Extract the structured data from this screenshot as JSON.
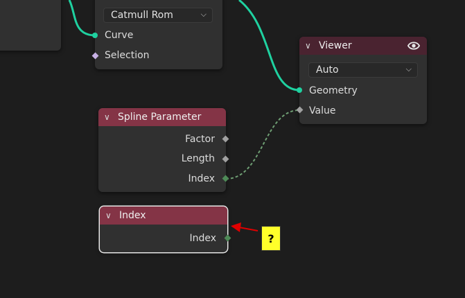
{
  "nodes": {
    "curve_node": {
      "dropdown_value": "Catmull Rom",
      "inputs": [
        "Curve",
        "Selection"
      ]
    },
    "viewer": {
      "title": "Viewer",
      "dropdown_value": "Auto",
      "inputs": [
        "Geometry",
        "Value"
      ]
    },
    "spline_parameter": {
      "title": "Spline Parameter",
      "outputs": [
        "Factor",
        "Length",
        "Index"
      ]
    },
    "index_node": {
      "title": "Index",
      "outputs": [
        "Index"
      ]
    }
  },
  "callout": {
    "text": "?"
  },
  "colors": {
    "geometry_socket": "#1fd1a0",
    "field_socket": "#4e8a57",
    "float_socket": "#a1a1a1",
    "selection_socket": "#c7b0e4",
    "input_header": "#843446",
    "output_header": "#4a2330",
    "arrow": "#e00000",
    "callout_bg": "#ffff2a"
  },
  "icons": [
    "chevron-down-icon",
    "eye-icon",
    "arrow-icon"
  ]
}
